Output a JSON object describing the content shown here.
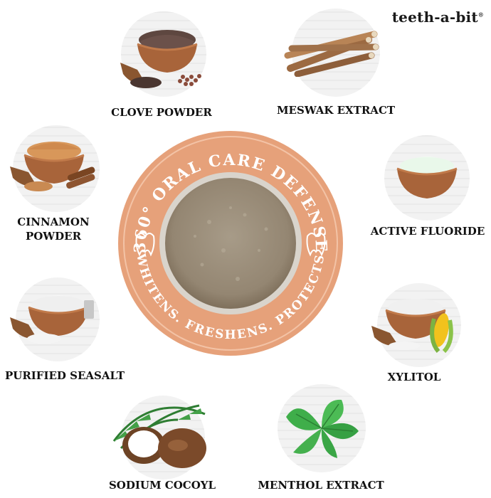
{
  "brand": {
    "name": "teeth-a-bit",
    "mark": "®"
  },
  "center": {
    "top_text": "360° ORAL CARE DEFENSE",
    "bottom_text": "WHITENS. FRESHENS. PROTECTS",
    "ring_color": "#e39a72",
    "ring_dark": "#d88a60"
  },
  "ingredients": [
    {
      "label": "CLOVE POWDER",
      "icon": "clove-powder-bowl-icon"
    },
    {
      "label": "MESWAK EXTRACT",
      "icon": "meswak-sticks-icon"
    },
    {
      "label_line1": "CINNAMON",
      "label_line2": "POWDER",
      "icon": "cinnamon-powder-bowl-icon"
    },
    {
      "label": "ACTIVE FLUORIDE",
      "icon": "fluoride-powder-bowl-icon"
    },
    {
      "label": "PURIFIED SEASALT",
      "icon": "seasalt-bowl-icon"
    },
    {
      "label": "XYLITOL",
      "icon": "xylitol-corn-bowl-icon"
    },
    {
      "label": "SODIUM COCOYL",
      "icon": "coconut-icon"
    },
    {
      "label": "MENTHOL EXTRACT",
      "icon": "mint-leaf-icon"
    }
  ]
}
